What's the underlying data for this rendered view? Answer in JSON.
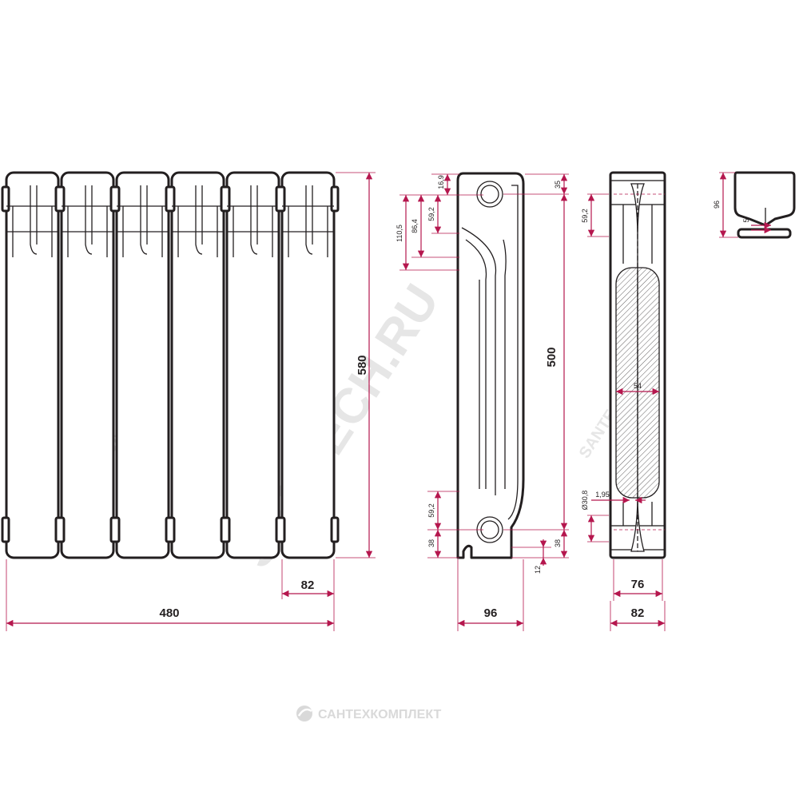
{
  "watermark": "SANTECH.RU",
  "brand": {
    "name": "САНТЕХКОМПЛЕКТ"
  },
  "front_view": {
    "height": "580",
    "width": "480",
    "section_width": "82"
  },
  "side_view": {
    "height": "500",
    "depth": "96",
    "dim_16_9": "16,9",
    "dim_110_5": "110,5",
    "dim_86_4": "86,4",
    "dim_59_2_top": "59,2",
    "dim_35": "35",
    "dim_59_2_bottom": "59,2",
    "dim_38_left": "38",
    "dim_38_right": "38",
    "dim_12": "12"
  },
  "section_view": {
    "inner_width": "76",
    "outer_width": "82",
    "dim_59_2": "59,2",
    "dim_54": "54",
    "dim_diameter": "Ø30,8",
    "dim_1_95": "1,95"
  },
  "top_view": {
    "dim_96": "96",
    "dim_5": "5"
  },
  "colors": {
    "line": "#231f20",
    "dimension": "#b5174e",
    "watermark": "#e6e6e6"
  }
}
